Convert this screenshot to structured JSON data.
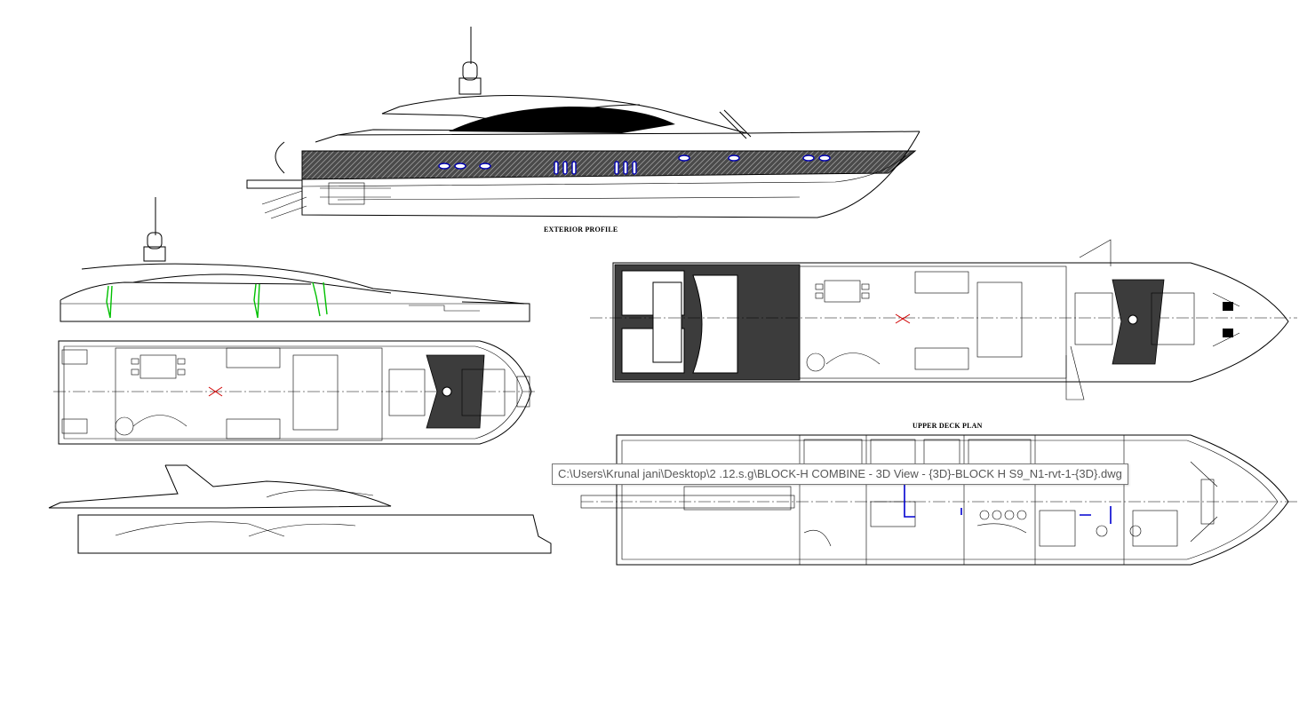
{
  "labels": {
    "exterior_profile": "EXTERIOR PROFILE",
    "upper_deck_plan": "UPPER DECK PLAN"
  },
  "tooltip": {
    "path": "C:\\Users\\Krunal jani\\Desktop\\2 .12.s.g\\BLOCK-H COMBINE - 3D View - {3D}-BLOCK H S9_N1-rvt-1-{3D}.dwg"
  },
  "colors": {
    "background": "#ffffff",
    "line": "#000000",
    "deck_fill": "#3c3c3c",
    "porthole": "#0000b0",
    "marker_green": "#00c000",
    "marker_red": "#d00000"
  }
}
